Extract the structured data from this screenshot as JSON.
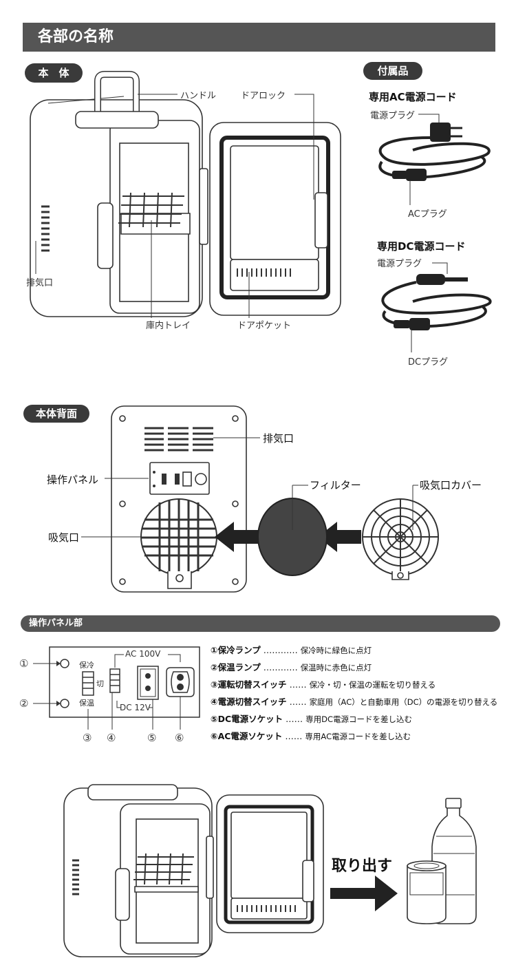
{
  "title": "各部の名称",
  "main_unit": {
    "badge": "本　体",
    "labels": {
      "handle": "ハンドル",
      "door_lock": "ドアロック",
      "exhaust": "排気口",
      "tray": "庫内トレイ",
      "door_pocket": "ドアポケット"
    }
  },
  "accessories": {
    "badge": "付属品",
    "ac_cord": {
      "title": "専用AC電源コード",
      "plug": "電源プラグ",
      "end": "ACプラグ"
    },
    "dc_cord": {
      "title": "専用DC電源コード",
      "plug": "電源プラグ",
      "end": "DCプラグ"
    }
  },
  "back": {
    "badge": "本体背面",
    "labels": {
      "exhaust": "排気口",
      "panel": "操作パネル",
      "filter": "フィルター",
      "intake_cover": "吸気口カバー",
      "intake": "吸気口"
    }
  },
  "control_panel": {
    "bar": "操作パネル部",
    "diagram": {
      "cool": "保冷",
      "warm": "保温",
      "off": "切",
      "ac": "AC 100V",
      "dc": "DC 12V",
      "n1": "①",
      "n2": "②",
      "n3": "③",
      "n4": "④",
      "n5": "⑤",
      "n6": "⑥"
    },
    "legend": [
      {
        "key": "①保冷ランプ",
        "dots": "…………",
        "desc": "保冷時に緑色に点灯"
      },
      {
        "key": "②保温ランプ",
        "dots": "…………",
        "desc": "保温時に赤色に点灯"
      },
      {
        "key": "③運転切替スイッチ",
        "dots": "……",
        "desc": "保冷・切・保温の運転を切り替える"
      },
      {
        "key": "④電源切替スイッチ",
        "dots": "……",
        "desc": "家庭用（AC）と自動車用（DC）の電源を切り替える"
      },
      {
        "key": "⑤DC電源ソケット",
        "dots": "……",
        "desc": "専用DC電源コードを差し込む"
      },
      {
        "key": "⑥AC電源ソケット",
        "dots": "……",
        "desc": "専用AC電源コードを差し込む"
      }
    ]
  },
  "takeout": {
    "label": "取り出す"
  }
}
